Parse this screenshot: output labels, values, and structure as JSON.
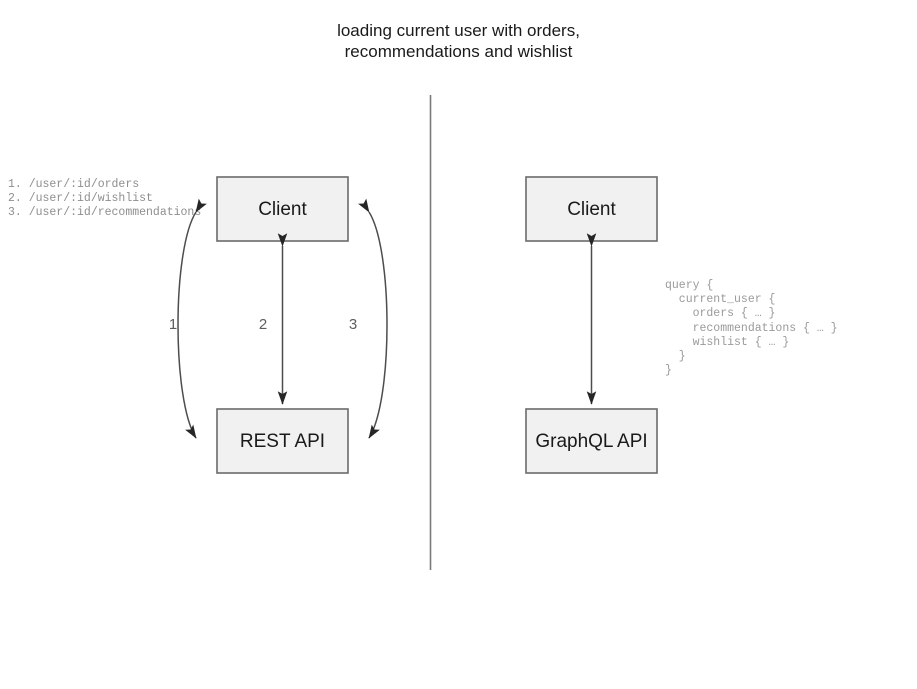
{
  "title": {
    "line1": "loading current user with orders,",
    "line2": "recommendations and wishlist",
    "full": "loading current user with orders,\nrecommendations and wishlist"
  },
  "colors": {
    "box_fill": "#f1f1f1",
    "box_stroke": "#6b6b6b",
    "edge_stroke": "#4d4d4d",
    "divider": "#7a7a7a",
    "text": "#1a1a1a",
    "muted_text": "#8e8e8e",
    "number_text": "#5e5e5e",
    "background": "#ffffff"
  },
  "rest_panel": {
    "endpoints_label": "1. /user/:id/orders\n2. /user/:id/wishlist\n3. /user/:id/recommendations",
    "endpoints": [
      {
        "index": "1.",
        "path": "/user/:id/orders"
      },
      {
        "index": "2.",
        "path": "/user/:id/wishlist"
      },
      {
        "index": "3.",
        "path": "/user/:id/recommendations"
      }
    ],
    "client_node": "Client",
    "api_node": "REST API",
    "edge_numbers": [
      "1",
      "2",
      "3"
    ]
  },
  "graphql_panel": {
    "client_node": "Client",
    "api_node": "GraphQL API",
    "query": "query {\n  current_user {\n    orders { … }\n    recommendations { … }\n    wishlist { … }\n  }\n}",
    "query_lines": [
      "query {",
      "  current_user {",
      "    orders { … }",
      "    recommendations { … }",
      "    wishlist { … }",
      "  }",
      "}"
    ]
  }
}
